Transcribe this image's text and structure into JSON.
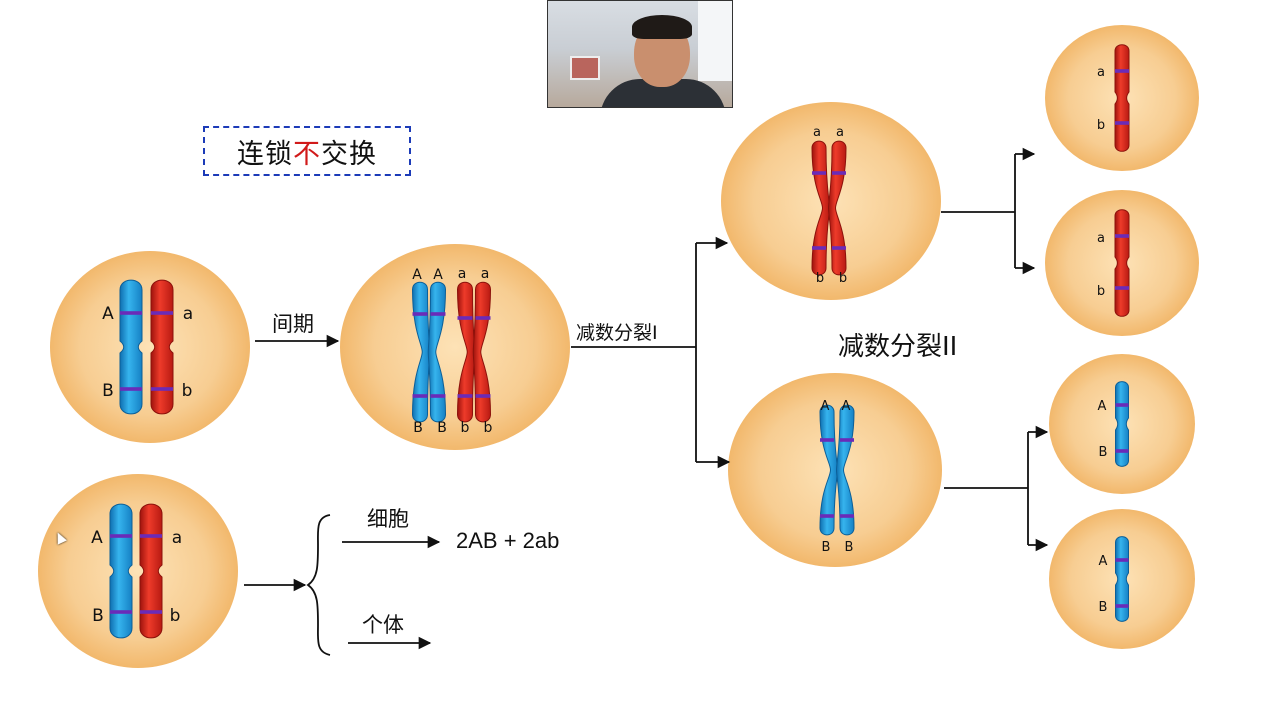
{
  "title": {
    "part1": "连锁",
    "part2": "不",
    "part3": "交换"
  },
  "labels": {
    "interphase": "间期",
    "meiosis1": "减数分裂I",
    "meiosis2": "减数分裂II",
    "cell": "细胞",
    "individual": "个体",
    "gametes": "2AB + 2ab"
  },
  "alleles": {
    "A": "A",
    "a": "a",
    "B": "B",
    "b": "b"
  },
  "colors": {
    "cell_fill": "#f5c27e",
    "cell_center": "#fde2b6",
    "chrom_blue": "#1e9ad8",
    "chrom_red": "#d8281e",
    "band": "#6a2bb8",
    "title_border": "#1c3bb8",
    "title_highlight": "#d11a1a"
  }
}
